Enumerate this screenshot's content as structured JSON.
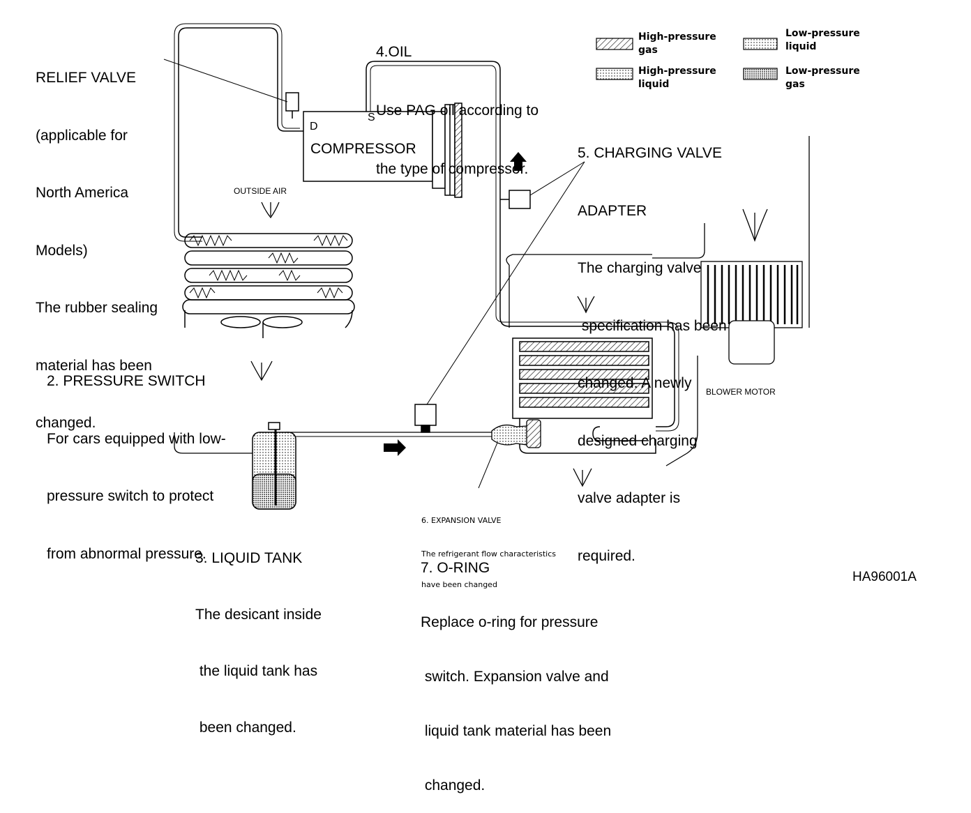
{
  "relief_valve": {
    "title": "RELIEF VALVE",
    "lines": [
      "(applicable for",
      "North America",
      "Models)",
      "The rubber sealing",
      "material has been",
      "changed."
    ]
  },
  "oil": {
    "title": "4.OIL",
    "lines": [
      "Use PAG oil according to",
      "the type of compressor."
    ]
  },
  "legend": {
    "hp_gas": "High-pressure\ngas",
    "lp_liquid": "Low-pressure\nliquid",
    "hp_liquid": "High-pressure\nliquid",
    "lp_gas": "Low-pressure\ngas"
  },
  "compressor": {
    "label": "COMPRESSOR",
    "d": "D",
    "s": "S"
  },
  "outside_air": "OUTSIDE AIR",
  "charging_valve": {
    "title": "5. CHARGING VALVE",
    "lines": [
      "ADAPTER",
      "The charging valve",
      " specification has been",
      "changed. A newly",
      "designed charging",
      "valve adapter is",
      "required."
    ]
  },
  "pressure_switch": {
    "title": "2. PRESSURE SWITCH",
    "lines": [
      "For cars equipped with low-",
      "pressure switch to protect",
      "from abnormal pressure."
    ]
  },
  "blower_motor": "BLOWER MOTOR",
  "liquid_tank": {
    "title": "3. LIQUID TANK",
    "lines": [
      "The desicant inside",
      " the liquid tank has",
      " been changed."
    ]
  },
  "expansion_valve": {
    "title": "6. EXPANSION VALVE",
    "lines": [
      "The refrigerant flow characteristics",
      "have been changed"
    ]
  },
  "o_ring": {
    "title": "7. O-RING",
    "lines": [
      "Replace o-ring for pressure",
      " switch. Expansion valve and",
      " liquid tank material has been",
      " changed."
    ]
  },
  "figure_id": "HA96001A"
}
